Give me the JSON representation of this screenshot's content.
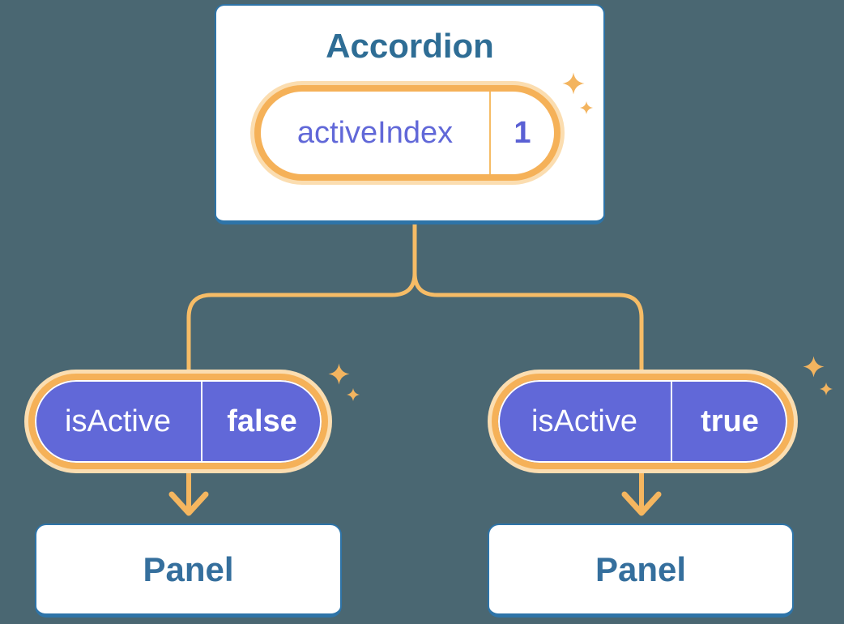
{
  "diagram": {
    "accordion": {
      "title": "Accordion",
      "state": {
        "name": "activeIndex",
        "value": "1"
      }
    },
    "children": [
      {
        "prop": {
          "name": "isActive",
          "value": "false"
        },
        "panel_label": "Panel"
      },
      {
        "prop": {
          "name": "isActive",
          "value": "true"
        },
        "panel_label": "Panel"
      }
    ],
    "icons": [
      "sparkle-icon-accordion-large",
      "sparkle-icon-accordion-small",
      "sparkle-icon-left-pill-large",
      "sparkle-icon-left-pill-small",
      "sparkle-icon-right-pill-large",
      "sparkle-icon-right-pill-small",
      "arrow-down-icon-left",
      "arrow-down-icon-right"
    ],
    "colors": {
      "background": "#4A6772",
      "card_background": "#FFFFFF",
      "card_border": "#2E74A8",
      "card_title_text": "#2E6D95",
      "panel_text": "#356F9D",
      "connector_line": "#F6BC66",
      "pill_ring": "#F5B158",
      "pill_outer_glow": "#FBDDB0",
      "prop_pill_fill": "#6168D8",
      "state_name_text": "#6168D8",
      "state_value_text": "#5A60D4",
      "prop_text": "#FFFFFF",
      "sparkle": "#F3B45F"
    }
  }
}
